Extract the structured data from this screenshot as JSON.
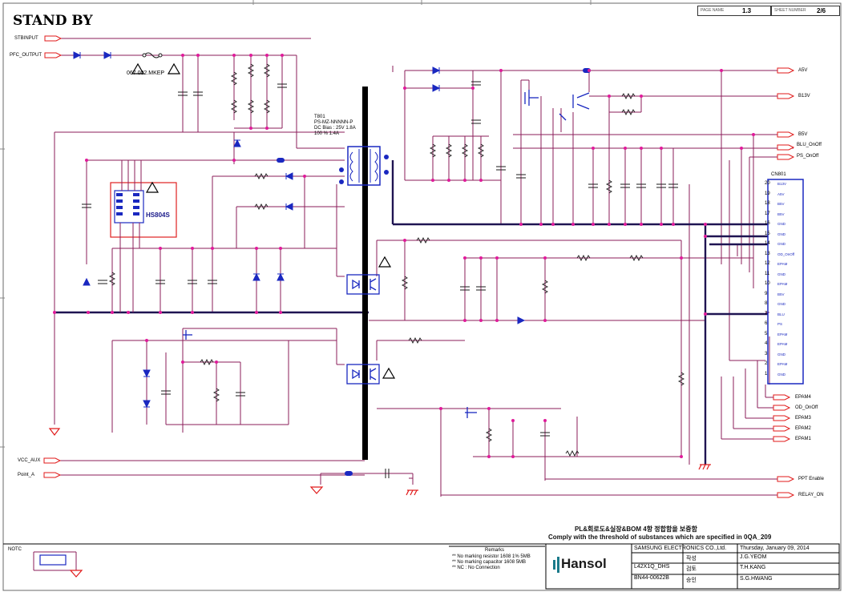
{
  "title": "STAND BY",
  "header": {
    "page_label": "PAGE NAME",
    "revision": "1.3",
    "sheet_label": "SHEET NUMBER",
    "sheet": "2/6"
  },
  "inputs": {
    "stbinput": "STBINPUT",
    "pfc_output": "PFC_OUTPUT",
    "vcc_aux": "VCC_AUX",
    "point_a": "Point_A",
    "notc": "NOTC"
  },
  "outputs": [
    "A5V",
    "B13V",
    "B5V",
    "BLU_OnOff",
    "PS_OnOff",
    "EPAM4",
    "OD_OnOff",
    "EPAM3",
    "EPAM2",
    "EPAM1",
    "PPT Enable",
    "RELAY_ON"
  ],
  "transformer": {
    "ref": "T801",
    "part": "PS-MZ-NNNNN-P",
    "spec1": "DC Bias : 25V 1.8A",
    "spec2": "100 % 1.4A"
  },
  "fuse_label": "067 002.MKEP",
  "ic_label": "HS804S",
  "connector_pins": [
    "20",
    "19",
    "18",
    "17",
    "16",
    "15",
    "14",
    "13",
    "12",
    "11",
    "10",
    "9",
    "8",
    "7",
    "6",
    "5",
    "4",
    "3",
    "2",
    "1"
  ],
  "connector_signals": [
    "B13V",
    "A5V",
    "B5V",
    "B5V",
    "GND",
    "GND",
    "GND",
    "OD_OnOff",
    "EPAM",
    "GND",
    "EPAM",
    "B5V",
    "GND",
    "BLU",
    "PS",
    "EPAM",
    "EPAM",
    "GND",
    "EPAM",
    "GND"
  ],
  "connector_ref": "CN801",
  "footer": {
    "compliance_kr": "PL&회로도&실장&BOM 4항 정합함을 보증함",
    "compliance_en": "Comply with the threshold of substances which are specified in 0QA_209",
    "remarks_title": "Remarks",
    "remarks": [
      "** No marking resistor 1608 1% 5MB",
      "** No marking capacitor 1608 5MB",
      "** NC : No Connection"
    ],
    "brand": "Hansol",
    "company": "SAMSUNG ELECTRONICS CO.,Ltd.",
    "model": "L42X1Q_DHS",
    "part_no": "BN44-00622B",
    "date": "Thursday, January 09, 2014",
    "designer": "J.G.YEOM",
    "checker": "T.H.KANG",
    "approver": "S.G.HWANG",
    "row_labels": [
      "작성",
      "검토",
      "승인"
    ]
  },
  "colors": {
    "wire": "#8b1c5a",
    "ground": "#e01a1a",
    "component": "#1a28c0",
    "transformer": "#000000",
    "ic_box": "#e02020"
  }
}
